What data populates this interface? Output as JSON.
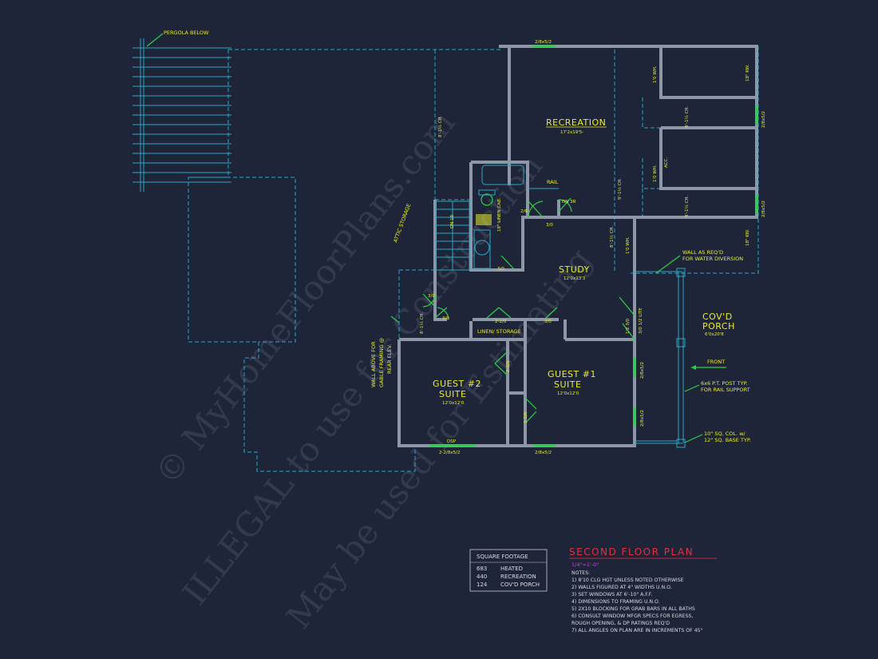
{
  "plan": {
    "title": "SECOND FLOOR PLAN",
    "scale": "1/4\"=1'-0\"",
    "notes_heading": "NOTES:",
    "notes": [
      "1)  8'10 CLG HGT UNLESS NOTED OTHERWISE",
      "2)  WALLS FIGURED AT 4\" WIDTHS U.N.O.",
      "3)  SET WINDOWS AT 6'-10\" A.F.F.",
      "4)  DIMENSIONS TO FRAMING U.N.O.",
      "5)  2X10 BLOCKING FOR GRAB BARS IN ALL BATHS",
      "6)  CONSULT WINDOW MFGR SPECS FOR EGRESS,",
      "     ROUGH OPENING, & DP RATINGS REQ'D",
      "7)  ALL ANGLES ON PLAN ARE IN INCREMENTS OF 45°"
    ]
  },
  "square_footage": {
    "heading": "SQUARE FOOTAGE",
    "rows": [
      {
        "value": "683",
        "label": "HEATED"
      },
      {
        "value": "440",
        "label": "RECREATION"
      },
      {
        "value": "124",
        "label": "COV'D PORCH"
      }
    ]
  },
  "rooms": {
    "recreation": {
      "name": "RECREATION",
      "size": "17'2x19'5-"
    },
    "study": {
      "name": "STUDY",
      "size": "12'0x13'3"
    },
    "covd_porch": {
      "name1": "COV'D",
      "name2": "PORCH",
      "size": "6'0x20'8"
    },
    "guest1": {
      "name1": "GUEST #1",
      "name2": "SUITE",
      "size": "12'0x12'0"
    },
    "guest2": {
      "name1": "GUEST #2",
      "name2": "SUITE",
      "size": "12'0x12'0"
    },
    "linen_storage": "LINEN/ STORAGE"
  },
  "labels": {
    "pergola": "PERGOLA BELOW",
    "attic": "ATTIC STORAGE",
    "rail": "RAIL",
    "linen_cab": "18\" LINEN CAB.",
    "wall_above": "WALL ABOVE FOR",
    "gable": "GABLE FRAMING @",
    "rear_elev": "REAR ELEV.",
    "water1": "WALL AS REQ'D",
    "water2": "FOR WATER DIVERSION",
    "front": "FRONT",
    "post1": "6x6 P.T. POST TYP.",
    "post2": "FOR RAIL SUPPORT",
    "col1": "10\" SQ. COL. w/",
    "col2": "12\" SQ. BASE TYP.",
    "acc": "ACC.",
    "dsp": "DSP",
    "dn": "DN 3R"
  },
  "dims": {
    "top_window": "2/8x5/2",
    "bottom_left_window": "2-2/8x5/2",
    "bottom_right_window": "2/8x5/2",
    "ch_left": "8'-1½ CH.",
    "ch_mid": "9'-1½ CH.",
    "ch_study": "8'-1½ CH.",
    "ch_g2": "8'-1½ CH.",
    "ch_rec1": "8'-1½ CH.",
    "ch_rec2": "8'-1½ CH.",
    "wh1": "1'0 WH.",
    "wh2": "1'0 WH.",
    "wh3": "1'0 WH.",
    "kw1": "18\" KW.",
    "kw2": "18\" KW.",
    "r_win1": "2/8x5/2",
    "r_win2": "2/8x5/2",
    "g1_win1": "2/8x5/2",
    "g1_win2": "2/8x5/2",
    "door_26": "2/6",
    "door_30a": "3/0",
    "door_30b": "3/0",
    "door_30c": "3/0",
    "door_30d": "3/0",
    "door_30e": "3/0",
    "door_220a": "2-2/0",
    "door_220b": "2-2/0",
    "door_220c": "2-2/0",
    "door_30lite": "3/0 1/2 LITE",
    "door_1230": "1'2 3/0",
    "dn_1r": "DN 1R"
  },
  "watermark": {
    "line1": "© MyHomeFloorPlans.com",
    "line2": "ILLEGAL to use for Construction",
    "line3": "May be used for Estimating"
  }
}
